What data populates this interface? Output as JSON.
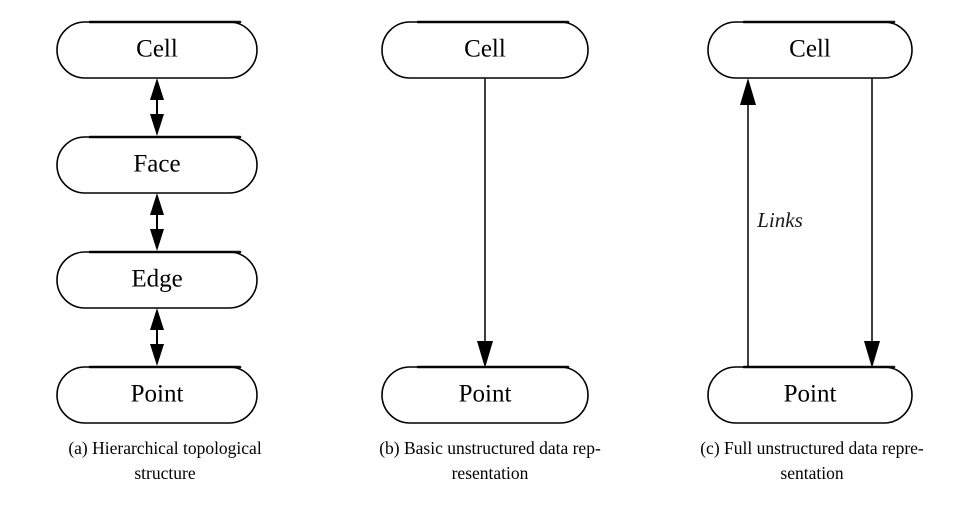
{
  "figure": {
    "title": "Unstructured data representation topology figures",
    "background_color": "#ffffff",
    "stroke_color": "#000000",
    "panel_count": 3
  },
  "panels": [
    {
      "id": "a",
      "caption_line1": "(a) Hierarchical topological",
      "caption_line2": "structure",
      "caption_full": "(a) Hierarchical topological structure",
      "nodes": [
        {
          "id": "cell",
          "label": "Cell"
        },
        {
          "id": "face",
          "label": "Face"
        },
        {
          "id": "edge",
          "label": "Edge"
        },
        {
          "id": "point",
          "label": "Point"
        }
      ],
      "edges": [
        {
          "from": "cell",
          "to": "face",
          "direction": "bidirectional",
          "label": ""
        },
        {
          "from": "face",
          "to": "edge",
          "direction": "bidirectional",
          "label": ""
        },
        {
          "from": "edge",
          "to": "point",
          "direction": "bidirectional",
          "label": ""
        }
      ]
    },
    {
      "id": "b",
      "caption_line1": "(b) Basic unstructured data rep-",
      "caption_line2": "resentation",
      "caption_full": "(b) Basic unstructured data representation",
      "nodes": [
        {
          "id": "cell",
          "label": "Cell"
        },
        {
          "id": "point",
          "label": "Point"
        }
      ],
      "edges": [
        {
          "from": "cell",
          "to": "point",
          "direction": "down",
          "label": ""
        }
      ]
    },
    {
      "id": "c",
      "caption_line1": "(c) Full unstructured data repre-",
      "caption_line2": "sentation",
      "caption_full": "(c) Full unstructured data representation",
      "nodes": [
        {
          "id": "cell",
          "label": "Cell"
        },
        {
          "id": "point",
          "label": "Point"
        }
      ],
      "edges": [
        {
          "from": "point",
          "to": "cell",
          "direction": "up",
          "label": "Links"
        },
        {
          "from": "cell",
          "to": "point",
          "direction": "down",
          "label": ""
        }
      ],
      "edge_label": "Links"
    }
  ]
}
